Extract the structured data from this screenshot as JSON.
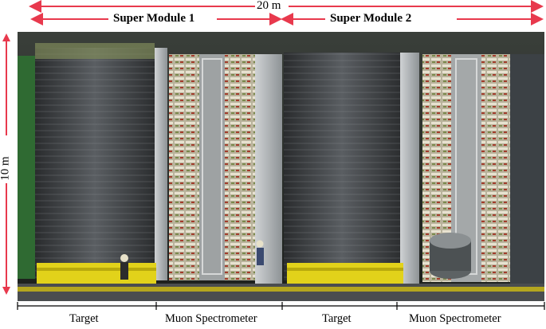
{
  "dimensions": {
    "width_label": "20 m",
    "height_label": "10 m"
  },
  "modules": [
    {
      "label": "Super Module 1"
    },
    {
      "label": "Super Module 2"
    }
  ],
  "sections": [
    {
      "label": "Target"
    },
    {
      "label": "Muon Spectrometer"
    },
    {
      "label": "Target"
    },
    {
      "label": "Muon Spectrometer"
    }
  ],
  "colors": {
    "arrow": "#e8394d",
    "annotation": "#000000"
  }
}
